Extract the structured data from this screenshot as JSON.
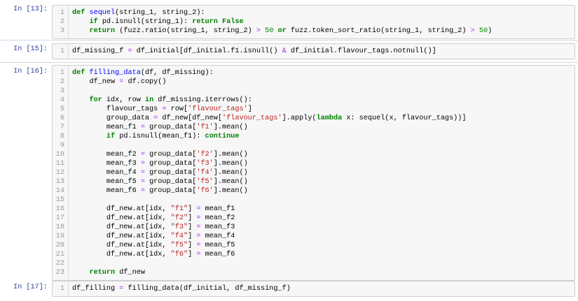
{
  "cells": [
    {
      "prompt": "In [13]:",
      "lines": [
        [
          [
            "kw",
            "def "
          ],
          [
            "fn",
            "sequel"
          ],
          [
            "",
            "(string_1, string_2):"
          ]
        ],
        [
          [
            "",
            "    "
          ],
          [
            "kw",
            "if"
          ],
          [
            "",
            " pd.isnull(string_1): "
          ],
          [
            "kw",
            "return False"
          ]
        ],
        [
          [
            "",
            "    "
          ],
          [
            "kw",
            "return"
          ],
          [
            "",
            " (fuzz.ratio(string_1, string_2) "
          ],
          [
            "op",
            ">"
          ],
          [
            "",
            " "
          ],
          [
            "nu",
            "50"
          ],
          [
            "",
            " "
          ],
          [
            "kw",
            "or"
          ],
          [
            "",
            " fuzz.token_sort_ratio(string_1, string_2) "
          ],
          [
            "op",
            ">"
          ],
          [
            "",
            " "
          ],
          [
            "nu",
            "50"
          ],
          [
            "",
            ")"
          ]
        ]
      ]
    },
    {
      "prompt": "In [15]:",
      "lines": [
        [
          [
            "",
            "df_missing_f "
          ],
          [
            "op",
            "="
          ],
          [
            "",
            " df_initial[df_initial.f1.isnull() "
          ],
          [
            "op",
            "&"
          ],
          [
            "",
            " df_initial.flavour_tags.notnull()]"
          ]
        ]
      ]
    },
    {
      "prompt": "In [16]:",
      "lines": [
        [
          [
            "kw",
            "def "
          ],
          [
            "fn",
            "filling_data"
          ],
          [
            "",
            "(df, df_missing):"
          ]
        ],
        [
          [
            "",
            "    df_new "
          ],
          [
            "op",
            "="
          ],
          [
            "",
            " df.copy()"
          ]
        ],
        [
          [
            "",
            ""
          ]
        ],
        [
          [
            "",
            "    "
          ],
          [
            "kw",
            "for"
          ],
          [
            "",
            " idx, row "
          ],
          [
            "kw",
            "in"
          ],
          [
            "",
            " df_missing.iterrows():"
          ]
        ],
        [
          [
            "",
            "        flavour_tags "
          ],
          [
            "op",
            "="
          ],
          [
            "",
            " row["
          ],
          [
            "st",
            "'flavour_tags'"
          ],
          [
            "",
            "]"
          ]
        ],
        [
          [
            "",
            "        group_data "
          ],
          [
            "op",
            "="
          ],
          [
            "",
            " df_new[df_new["
          ],
          [
            "st",
            "'flavour_tags'"
          ],
          [
            "",
            "].apply("
          ],
          [
            "kw",
            "lambda"
          ],
          [
            "",
            " x: sequel(x, flavour_tags))]"
          ]
        ],
        [
          [
            "",
            "        mean_f1 "
          ],
          [
            "op",
            "="
          ],
          [
            "",
            " group_data["
          ],
          [
            "st",
            "'f1'"
          ],
          [
            "",
            "].mean()"
          ]
        ],
        [
          [
            "",
            "        "
          ],
          [
            "kw",
            "if"
          ],
          [
            "",
            " pd.isnull(mean_f1): "
          ],
          [
            "kw",
            "continue"
          ]
        ],
        [
          [
            "",
            ""
          ]
        ],
        [
          [
            "",
            "        mean_f2 "
          ],
          [
            "op",
            "="
          ],
          [
            "",
            " group_data["
          ],
          [
            "st",
            "'f2'"
          ],
          [
            "",
            "].mean()"
          ]
        ],
        [
          [
            "",
            "        mean_f3 "
          ],
          [
            "op",
            "="
          ],
          [
            "",
            " group_data["
          ],
          [
            "st",
            "'f3'"
          ],
          [
            "",
            "].mean()"
          ]
        ],
        [
          [
            "",
            "        mean_f4 "
          ],
          [
            "op",
            "="
          ],
          [
            "",
            " group_data["
          ],
          [
            "st",
            "'f4'"
          ],
          [
            "",
            "].mean()"
          ]
        ],
        [
          [
            "",
            "        mean_f5 "
          ],
          [
            "op",
            "="
          ],
          [
            "",
            " group_data["
          ],
          [
            "st",
            "'f5'"
          ],
          [
            "",
            "].mean()"
          ]
        ],
        [
          [
            "",
            "        mean_f6 "
          ],
          [
            "op",
            "="
          ],
          [
            "",
            " group_data["
          ],
          [
            "st",
            "'f6'"
          ],
          [
            "",
            "].mean()"
          ]
        ],
        [
          [
            "",
            ""
          ]
        ],
        [
          [
            "",
            "        df_new.at[idx, "
          ],
          [
            "st",
            "\"f1\""
          ],
          [
            "",
            "] "
          ],
          [
            "op",
            "="
          ],
          [
            "",
            " mean_f1"
          ]
        ],
        [
          [
            "",
            "        df_new.at[idx, "
          ],
          [
            "st",
            "\"f2\""
          ],
          [
            "",
            "] "
          ],
          [
            "op",
            "="
          ],
          [
            "",
            " mean_f2"
          ]
        ],
        [
          [
            "",
            "        df_new.at[idx, "
          ],
          [
            "st",
            "\"f3\""
          ],
          [
            "",
            "] "
          ],
          [
            "op",
            "="
          ],
          [
            "",
            " mean_f3"
          ]
        ],
        [
          [
            "",
            "        df_new.at[idx, "
          ],
          [
            "st",
            "\"f4\""
          ],
          [
            "",
            "] "
          ],
          [
            "op",
            "="
          ],
          [
            "",
            " mean_f4"
          ]
        ],
        [
          [
            "",
            "        df_new.at[idx, "
          ],
          [
            "st",
            "\"f5\""
          ],
          [
            "",
            "] "
          ],
          [
            "op",
            "="
          ],
          [
            "",
            " mean_f5"
          ]
        ],
        [
          [
            "",
            "        df_new.at[idx, "
          ],
          [
            "st",
            "\"f6\""
          ],
          [
            "",
            "] "
          ],
          [
            "op",
            "="
          ],
          [
            "",
            " mean_f6"
          ]
        ],
        [
          [
            "",
            ""
          ]
        ],
        [
          [
            "",
            "    "
          ],
          [
            "kw",
            "return"
          ],
          [
            "",
            " df_new"
          ]
        ]
      ]
    },
    {
      "prompt": "In [17]:",
      "lines": [
        [
          [
            "",
            "df_filling "
          ],
          [
            "op",
            "="
          ],
          [
            "",
            " filling_data(df_initial, df_missing_f)"
          ]
        ]
      ]
    }
  ]
}
